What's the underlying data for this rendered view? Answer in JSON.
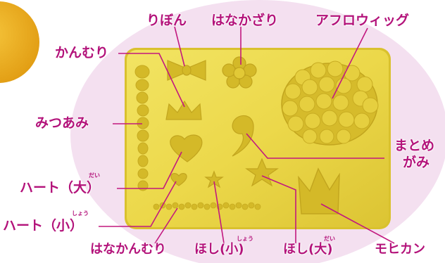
{
  "colors": {
    "label": "#b3127a",
    "leader_line": "#c2187f",
    "pink_oval": "#f3dff0",
    "mold_base": "#ecd84a",
    "mold_dark": "#d8bf2a",
    "orange_circle": "#e8a91b"
  },
  "labels": {
    "ribbon": "りぼん",
    "flower_clip": "はなかざり",
    "afro_wig": "アフロウィッグ",
    "crown": "かんむり",
    "braid": "みつあみ",
    "bun_hair": "まとめ",
    "bun_hair_line2": "がみ",
    "heart_large": "ハート（大）",
    "heart_small": "ハート（小）",
    "flower_crown": "はなかんむり",
    "star_small": "ほし(小)",
    "star_large": "ほし(大)",
    "mohican": "モヒカン"
  },
  "furigana": {
    "heart_large": "だい",
    "heart_small": "しょう",
    "star_small": "しょう",
    "star_large": "だい"
  }
}
